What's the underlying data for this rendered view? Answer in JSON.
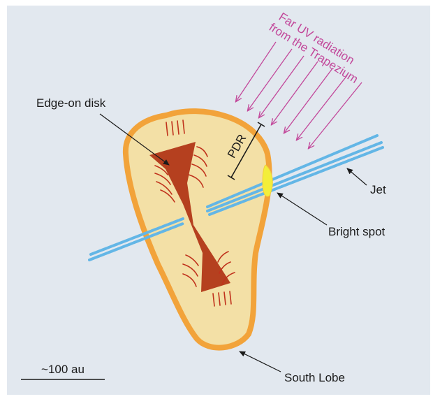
{
  "labels": {
    "uv_line1": "Far UV radiation",
    "uv_line2": "from the Trapezium",
    "disk": "Edge-on disk",
    "pdr": "PDR",
    "jet": "Jet",
    "bright_spot": "Bright spot",
    "south_lobe": "South Lobe",
    "scale": "~100 au"
  },
  "colors": {
    "background": "#e2e8ef",
    "lobe_fill": "#f3e0a6",
    "lobe_edge": "#f2a33a",
    "disk": "#b5401f",
    "jet": "#63b6e6",
    "bright_spot": "#f3ee3a",
    "uv_arrows": "#c2479a",
    "text": "#1a1a1a"
  }
}
